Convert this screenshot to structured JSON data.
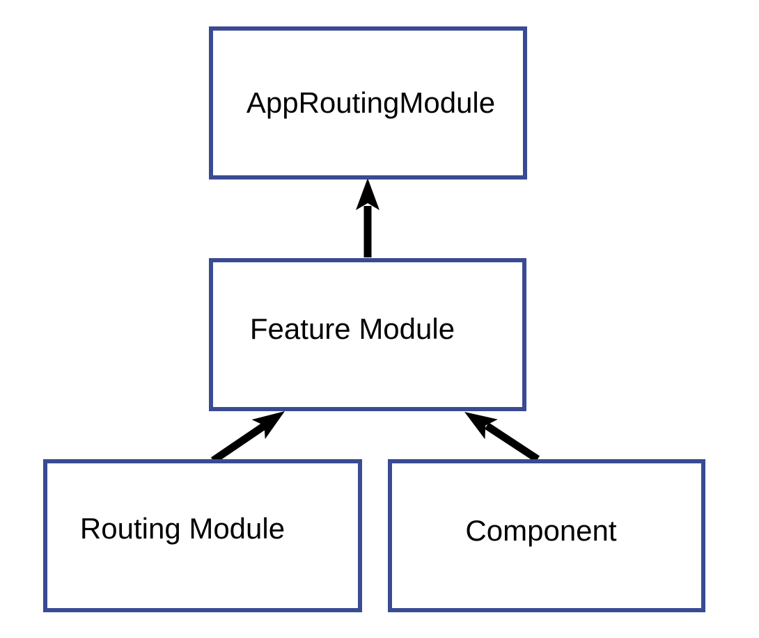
{
  "nodes": [
    {
      "id": "app-routing-module",
      "label": "AppRoutingModule"
    },
    {
      "id": "feature-module",
      "label": "Feature Module"
    },
    {
      "id": "routing-module",
      "label": "Routing Module"
    },
    {
      "id": "component",
      "label": "Component"
    }
  ],
  "edges": [
    {
      "from": "Feature Module",
      "to": "AppRoutingModule"
    },
    {
      "from": "Routing Module",
      "to": "Feature Module"
    },
    {
      "from": "Component",
      "to": "Feature Module"
    }
  ],
  "colors": {
    "background": "#ffffff",
    "box_border": "#3a4a93",
    "box_fill": "#ffffff",
    "label_text": "#000000",
    "arrow": "#000000"
  }
}
